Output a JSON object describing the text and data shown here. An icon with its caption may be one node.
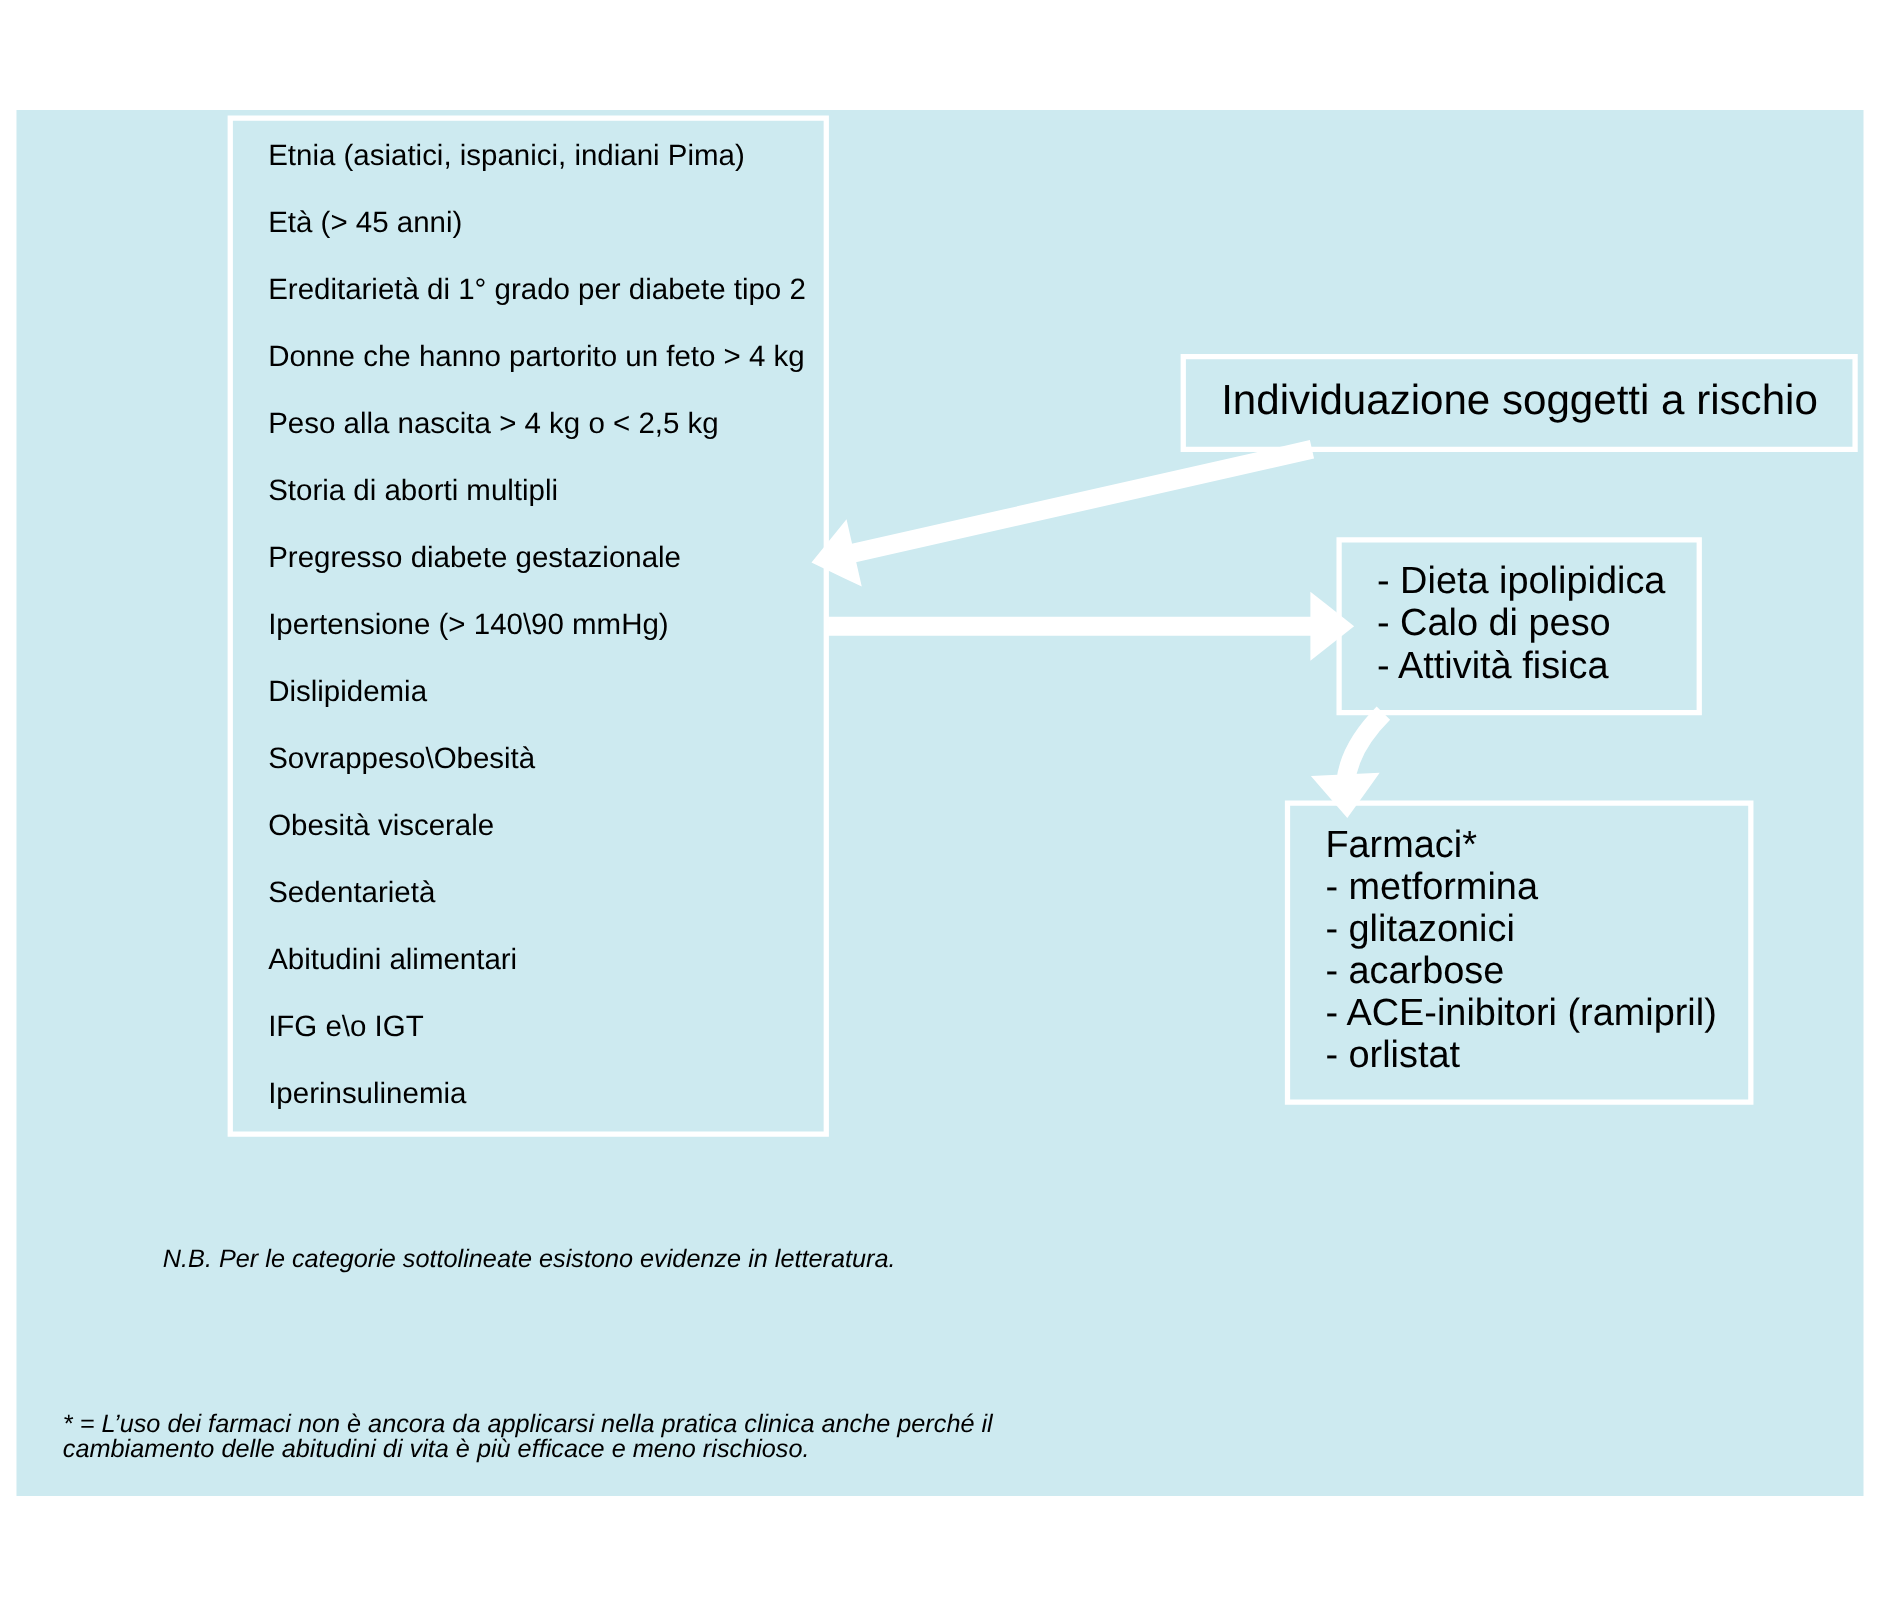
{
  "diagram": {
    "nodes": [
      {
        "text": [
          "Etnia (asiatici, ispanici, indiani Pima)",
          "Età (> 45 anni)",
          "Ereditarietà di 1° grado per diabete tipo 2",
          "Donne che hanno partorito un feto > 4 kg",
          "Peso alla nascita > 4 kg o < 2,5 kg",
          "Storia di aborti multipli",
          "Pregresso diabete gestazionale",
          "Ipertensione (> 140\\90 mmHg)",
          "Dislipidemia",
          "Sovrappeso\\Obesità",
          "Obesità viscerale",
          "Sedentarietà",
          "Abitudini alimentari",
          "IFG e\\o IGT",
          "Iperinsulinemia"
        ]
      },
      {
        "text": [
          "Individuazione soggetti a rischio"
        ]
      },
      {
        "text": [
          "- Dieta ipolipidica",
          "- Calo di peso",
          "- Attività fisica"
        ]
      },
      {
        "text": [
          "Farmaci*",
          "- metformina",
          "- glitazonici",
          "- acarbose",
          "- ACE-inibitori (ramipril)",
          "- orlistat"
        ]
      }
    ],
    "edges": [
      {
        "from": 1,
        "to": 0,
        "arrow": "to"
      },
      {
        "from": 0,
        "to": 2,
        "arrow": "to"
      },
      {
        "from": 2,
        "to": 3,
        "arrow": "to"
      }
    ],
    "labels": [
      "N.B. Per le categorie sottolineate esistono evidenze in letteratura.",
      "* = L’uso dei farmaci non è ancora da applicarsi nella pratica clinica anche perché il cambiamento delle abitudini di vita è più efficace e meno rischioso."
    ]
  }
}
